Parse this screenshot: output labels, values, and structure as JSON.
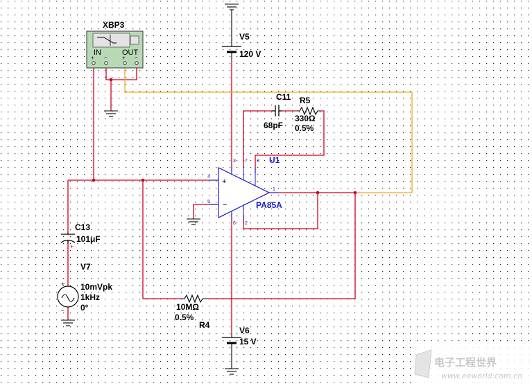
{
  "colors": {
    "wire": "#d0021b",
    "probe_wire": "#f5a623",
    "component": "#000000",
    "label_blue": "#1a1acc",
    "instrument_fill": "#b9d9b6"
  },
  "instrument": {
    "name": "XBP3",
    "in_label": "IN",
    "out_label": "OUT",
    "icon": "bode-plot-icon"
  },
  "supply_top": {
    "ref": "V5",
    "value": "120 V"
  },
  "supply_bottom": {
    "ref": "V6",
    "value": "15 V"
  },
  "cap_c11": {
    "ref": "C11",
    "value": "68pF"
  },
  "res_r5": {
    "ref": "R5",
    "value": "330Ω",
    "tolerance": "0.5%"
  },
  "opamp": {
    "ref": "U1",
    "part": "PA85A",
    "pins": [
      "3",
      "7",
      "8",
      "4",
      "5",
      "1",
      "6",
      "2"
    ]
  },
  "cap_c13": {
    "ref": "C13",
    "value": "101μF"
  },
  "source_v7": {
    "ref": "V7",
    "amplitude": "10mVpk",
    "frequency": "1kHz",
    "phase": "0°"
  },
  "res_r4": {
    "ref": "R4",
    "value": "10MΩ",
    "tolerance": "0.5%"
  },
  "watermark": {
    "text": "电子工程世界",
    "url": "www.eeworld.com.cn"
  }
}
